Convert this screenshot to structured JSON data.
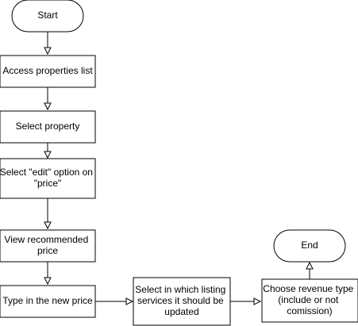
{
  "nodes": {
    "start": {
      "label": [
        "Start"
      ]
    },
    "access": {
      "label": [
        "Access properties list"
      ]
    },
    "select_property": {
      "label": [
        "Select property"
      ]
    },
    "select_edit": {
      "label": [
        "Select \"edit\" option on",
        "\"price\""
      ]
    },
    "view_recommended": {
      "label": [
        "View recommended",
        "price"
      ]
    },
    "type_price": {
      "label": [
        "Type in the new price"
      ]
    },
    "select_listing": {
      "label": [
        "Select in which listing",
        "services it should be",
        "updated"
      ]
    },
    "choose_revenue": {
      "label": [
        "Choose revenue type",
        "(include or not",
        "comission)"
      ]
    },
    "end": {
      "label": [
        "End"
      ]
    }
  },
  "edges": [
    {
      "from": "start",
      "to": "access"
    },
    {
      "from": "access",
      "to": "select_property"
    },
    {
      "from": "select_property",
      "to": "select_edit"
    },
    {
      "from": "select_edit",
      "to": "view_recommended"
    },
    {
      "from": "view_recommended",
      "to": "type_price"
    },
    {
      "from": "type_price",
      "to": "select_listing"
    },
    {
      "from": "select_listing",
      "to": "choose_revenue"
    },
    {
      "from": "choose_revenue",
      "to": "end"
    }
  ]
}
